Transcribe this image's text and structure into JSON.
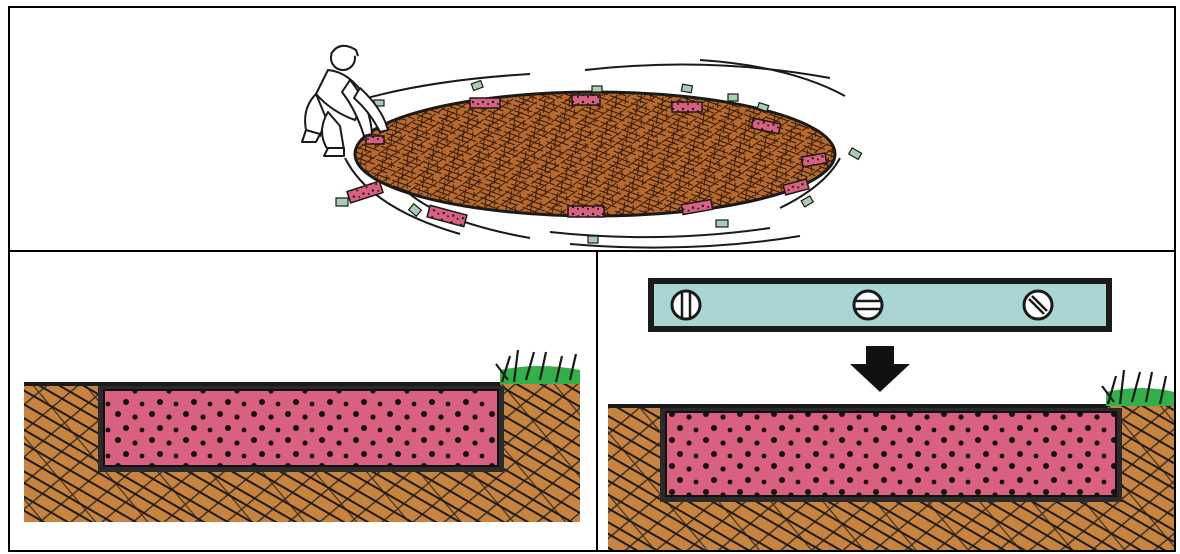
{
  "figure": {
    "panels": [
      {
        "id": "top",
        "content": "person-laying-pavers-around-mulch-bed"
      },
      {
        "id": "bottom-left",
        "content": "paver-set-in-soil-cross-section"
      },
      {
        "id": "bottom-right",
        "content": "level-checking-paver-cross-section"
      }
    ],
    "colors": {
      "mulch": "#b86a2c",
      "soil": "#c8843f",
      "paver": "#d9607f",
      "stone": "#a8cdb2",
      "level_body": "#a9d6d3",
      "grass": "#34b04a",
      "outline": "#1a1a1a"
    },
    "icons": [
      "person-icon",
      "spirit-level-icon",
      "down-arrow-icon",
      "grass-icon"
    ]
  }
}
